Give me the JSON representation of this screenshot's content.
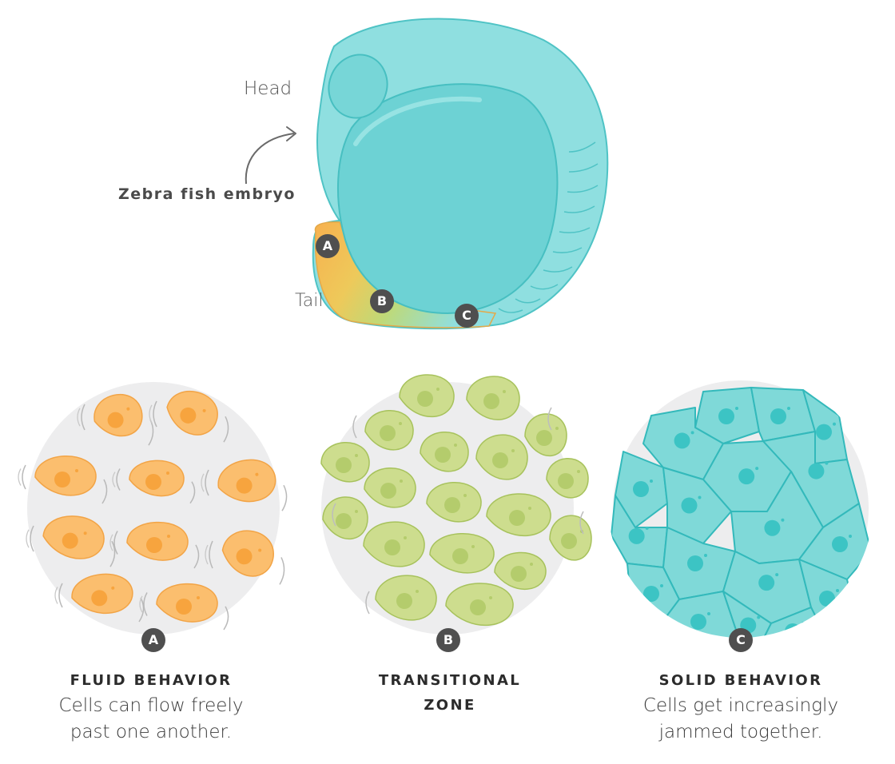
{
  "embryo": {
    "head_label": "Head",
    "tail_label": "Tail",
    "pointer_label": "Zebra fish embryo",
    "markers": [
      "A",
      "B",
      "C"
    ]
  },
  "panels": [
    {
      "marker": "A",
      "title": "FLUID BEHAVIOR",
      "description_lines": [
        "Cells can flow freely",
        "past one another."
      ],
      "cell_color": "#fbbe6e",
      "nucleus_color": "#f7a43e"
    },
    {
      "marker": "B",
      "title_lines": [
        "TRANSITIONAL",
        "ZONE"
      ],
      "cell_color": "#cddd8e",
      "nucleus_color": "#b4cc6c"
    },
    {
      "marker": "C",
      "title": "SOLID BEHAVIOR",
      "description_lines": [
        "Cells get increasingly",
        "jammed together."
      ],
      "cell_color": "#7fd9d8",
      "nucleus_color": "#3cc4c4"
    }
  ],
  "colors": {
    "embryo_body": "#8fdfe0",
    "embryo_yolk": "#6dd2d4",
    "marker_bg": "#4f4f4f",
    "panel_bg": "#ededee"
  }
}
